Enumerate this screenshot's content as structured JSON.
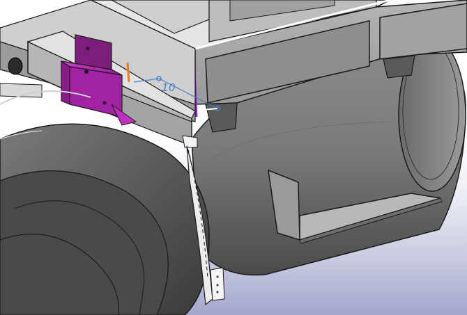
{
  "viewport": {
    "background_top": "#ffffff",
    "background_bottom": "#a3a6cc"
  },
  "dimension": {
    "value": "10",
    "color": "#4a7fc4"
  },
  "colors": {
    "highlight_magenta": "#a020a0",
    "edge_orange": "#f07a1a",
    "edge_violet": "#8a2be2",
    "body_gray": "#8c8c8c",
    "dark_gray": "#5a5a5a",
    "outline": "#1a1a1a"
  },
  "parts": {
    "tank": "fuel-tank",
    "wheel": "tire",
    "bracket": "magenta-mount-bracket",
    "frame": "chassis-rail",
    "body": "cab-box"
  }
}
